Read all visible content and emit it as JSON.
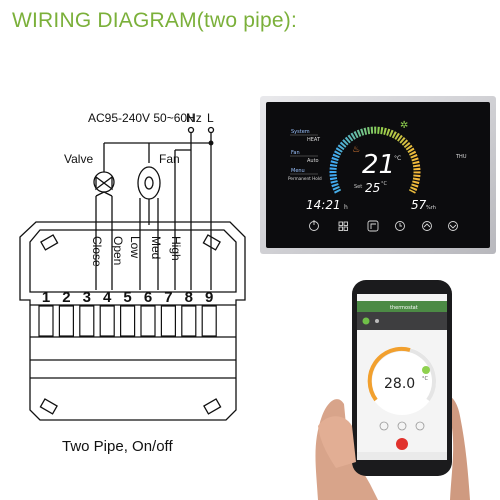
{
  "title": "WIRING DIAGRAM(two pipe):",
  "power_label": "AC95-240V  50~60Hz",
  "n_label": "N",
  "l_label": "L",
  "valve_label": "Valve",
  "fan_label": "Fan",
  "terminals": [
    "1",
    "2",
    "3",
    "4",
    "5",
    "6",
    "7",
    "8",
    "9"
  ],
  "wire_labels": [
    "Close",
    "Open",
    "Low",
    "Med",
    "High"
  ],
  "caption": "Two Pipe, On/off",
  "thermostat": {
    "system_label": "System",
    "system_value": "HEAT",
    "fan_label": "Fan",
    "fan_value": "Auto",
    "menu_label": "Menu",
    "menu_value": "Permanent Hold",
    "temp": "21",
    "unit": "°C",
    "set_label": "Set",
    "set_temp": "25",
    "set_unit": "°C",
    "clock": "14:21",
    "clock_suffix": "h",
    "day": "THU",
    "humidity": "57",
    "humidity_unit": "%rh"
  },
  "phone": {
    "app_title": "thermostat",
    "temp": "28.0",
    "unit": "°C"
  },
  "colors": {
    "title_green": "#7bb03a",
    "thermo_bg": "#0c0c0e",
    "arc_start": "#3fa9f5",
    "arc_end": "#f5b83a"
  }
}
